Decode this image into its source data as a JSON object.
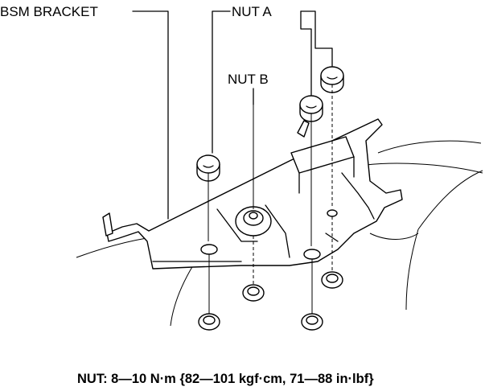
{
  "labels": {
    "bsm_bracket": "BSM BRACKET",
    "nut_a": "NUT A",
    "nut_b": "NUT B"
  },
  "torque_spec": "NUT: 8—10 N·m {82—101 kgf·cm, 71—88 in·lbf}"
}
